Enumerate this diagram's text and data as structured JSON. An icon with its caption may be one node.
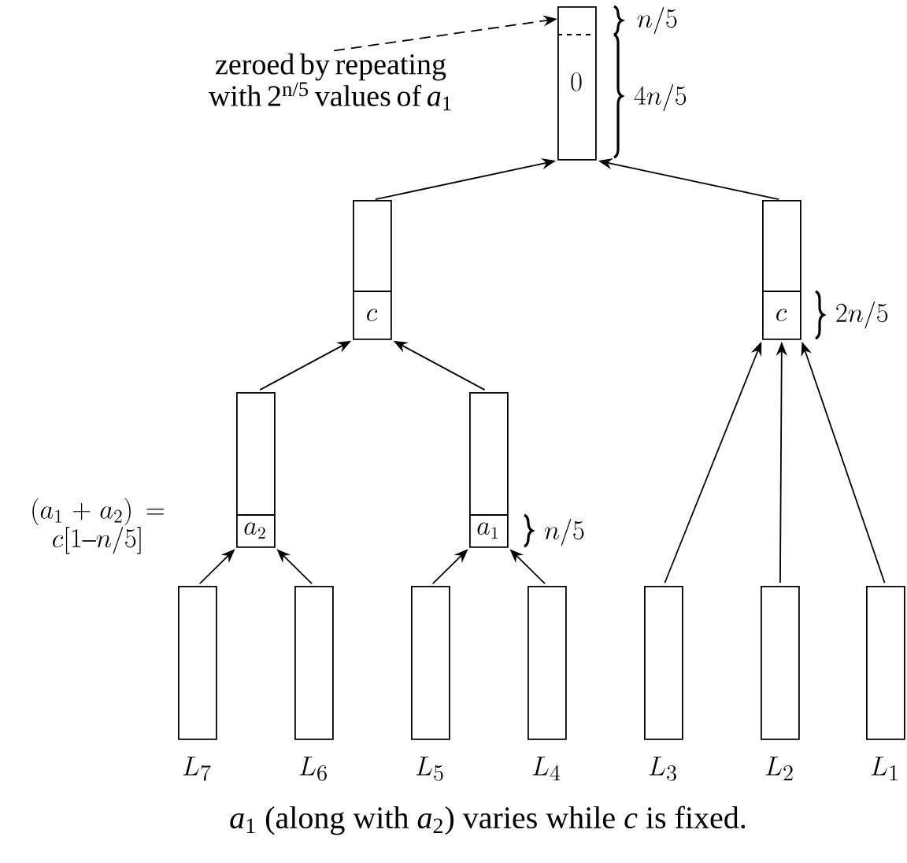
{
  "diagram": {
    "caption": "*a*$_{1}$ (along with *a*$_{2}$) varies while *c* is fixed.",
    "nodes": [
      {
        "text": [
          "0"
        ],
        "beside": [
          "n/5",
          "4n/5"
        ]
      },
      {
        "text": [
          "c"
        ]
      },
      {
        "text": [
          "c"
        ],
        "beside": [
          "2n/5"
        ]
      },
      {
        "text": [
          "a_2"
        ]
      },
      {
        "text": [
          "a_1"
        ],
        "beside": [
          "n/5"
        ]
      },
      {
        "text": [],
        "shape": "box",
        "beside": [
          "L_7"
        ]
      },
      {
        "text": [],
        "shape": "box",
        "beside": [
          "L_6"
        ]
      },
      {
        "text": [],
        "shape": "box",
        "beside": [
          "L_5"
        ]
      },
      {
        "text": [],
        "shape": "box",
        "beside": [
          "L_4"
        ]
      },
      {
        "text": [],
        "shape": "box",
        "beside": [
          "L_3"
        ]
      },
      {
        "text": [],
        "shape": "box",
        "beside": [
          "L_2"
        ]
      },
      {
        "text": [],
        "shape": "box",
        "beside": [
          "L_1"
        ]
      },
      {
        "text": [
          "zeroed by repeating with 2$^{n/5}$ values of *a*$_{1}$"
        ]
      }
    ],
    "edges": [
      {
        "from": 12,
        "to": 0,
        "arrow": "to",
        "style": "dashed"
      },
      {
        "from": 1,
        "to": 0,
        "arrow": "to"
      },
      {
        "from": 2,
        "to": 0,
        "arrow": "to"
      },
      {
        "from": 3,
        "to": 1,
        "arrow": "to"
      },
      {
        "from": 4,
        "to": 1,
        "arrow": "to"
      },
      {
        "from": 5,
        "to": 3,
        "arrow": "to"
      },
      {
        "from": 6,
        "to": 3,
        "arrow": "to"
      },
      {
        "from": 7,
        "to": 4,
        "arrow": "to"
      },
      {
        "from": 8,
        "to": 4,
        "arrow": "to"
      },
      {
        "from": 9,
        "to": 2,
        "arrow": "to"
      },
      {
        "from": 10,
        "to": 2,
        "arrow": "to"
      },
      {
        "from": 11,
        "to": 2,
        "arrow": "to"
      }
    ],
    "labels": [
      "(a_1 + a_2) = c[1\\text{--}n/5]"
    ]
  }
}
